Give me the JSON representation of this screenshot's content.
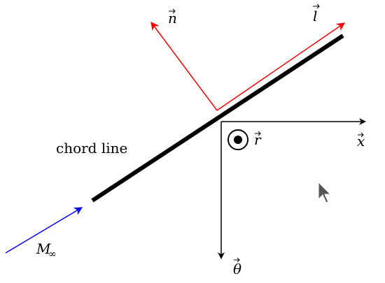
{
  "labels": {
    "normal": "n",
    "lift_axis": "l",
    "x_axis": "x",
    "r_axis": "r",
    "theta_axis": "θ",
    "chord_line": "chord line",
    "mach_symbol": "M",
    "mach_subscript": "∞"
  },
  "colors": {
    "chord": "#000000",
    "airfoil_axes": "#ff0000",
    "freestream": "#0000ff",
    "axes": "#000000",
    "cursor": "#555555"
  },
  "icons": {
    "r_axis_symbol": "out-of-plane-dot-icon",
    "cursor": "mouse-pointer-icon"
  }
}
